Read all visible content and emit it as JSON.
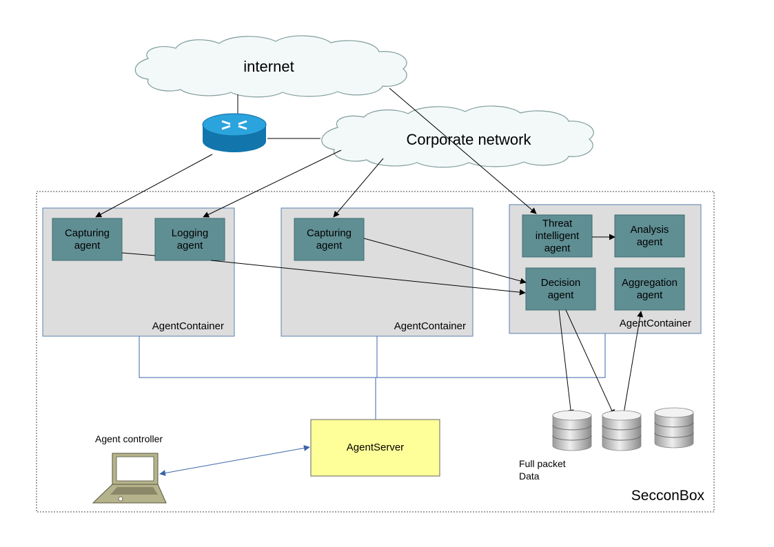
{
  "clouds": {
    "internet": "internet",
    "corporate": "Corporate network"
  },
  "containers": [
    {
      "label": "AgentContainer",
      "agents": [
        {
          "line1": "Capturing",
          "line2": "agent"
        },
        {
          "line1": "Logging",
          "line2": "agent"
        }
      ]
    },
    {
      "label": "AgentContainer",
      "agents": [
        {
          "line1": "Capturing",
          "line2": "agent"
        }
      ]
    },
    {
      "label": "AgentContainer",
      "agents": [
        {
          "line1": "Threat",
          "line2": "intelligent",
          "line3": "agent"
        },
        {
          "line1": "Analysis",
          "line2": "agent"
        },
        {
          "line1": "Decision",
          "line2": "agent"
        },
        {
          "line1": "Aggregation",
          "line2": "agent"
        }
      ]
    }
  ],
  "server": "AgentServer",
  "controller": "Agent controller",
  "storage": {
    "line1": "Full packet",
    "line2": "Data"
  },
  "box": "SecconBox",
  "colors": {
    "agent": "#5f8e93",
    "container": "#dddddd",
    "server": "#ffff99",
    "router": "#1a8fc9",
    "link": "#3a64a8"
  },
  "icons": [
    "router-icon",
    "laptop-icon",
    "database-icon"
  ]
}
